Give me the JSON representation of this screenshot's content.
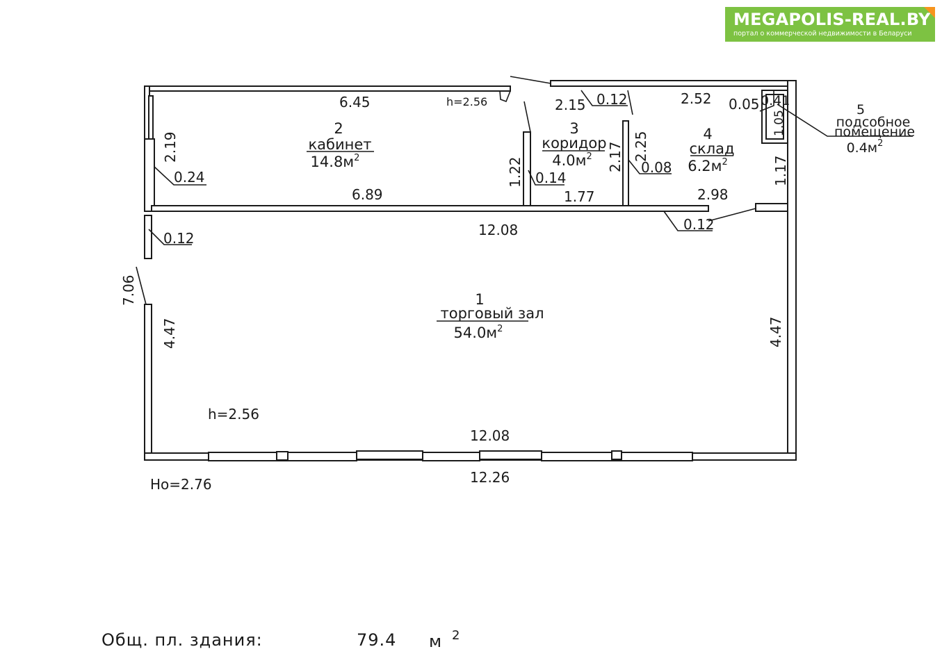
{
  "logo": {
    "name": "MEGAPOLIS-REAL.BY",
    "tagline": "портал о коммерческой недвижимости в Беларуси"
  },
  "rooms": [
    {
      "number": "1",
      "name": "торговый зал",
      "area": "54.0м"
    },
    {
      "number": "2",
      "name": "кабинет",
      "area": "14.8м"
    },
    {
      "number": "3",
      "name": "коридор",
      "area": "4.0м"
    },
    {
      "number": "4",
      "name": "склад",
      "area": "6.2м"
    },
    {
      "number": "5",
      "name_line1": "подсобное",
      "name_line2": "помещение",
      "area": "0.4м"
    }
  ],
  "area_unit_exp": "2",
  "dimensions": {
    "cabinet_top": "6.45",
    "cabinet_height": "h=2.56",
    "corridor_top": "2.15",
    "wall_012_top": "0.12",
    "storage_top": "2.52",
    "d005": "0.05",
    "d041": "0.41",
    "d105": "1.05",
    "d219": "2.19",
    "d024": "0.24",
    "d122": "1.22",
    "d014": "0.14",
    "d217": "2.17",
    "d225": "2.25",
    "d008": "0.08",
    "d117": "1.17",
    "cabinet_bottom": "6.89",
    "corridor_bottom": "1.77",
    "storage_bottom": "2.98",
    "hall_top": "12.08",
    "d012_right": "0.12",
    "d012_left": "0.12",
    "d706": "7.06",
    "hall_left": "4.47",
    "hall_right": "4.47",
    "hall_height": "h=2.56",
    "hall_bottom": "12.08",
    "outer_bottom": "12.26",
    "ho": "Ho=2.76"
  },
  "footer": {
    "label": "Общ. пл. здания:",
    "value": "79.4",
    "unit": "м",
    "unit_exp": "2"
  }
}
